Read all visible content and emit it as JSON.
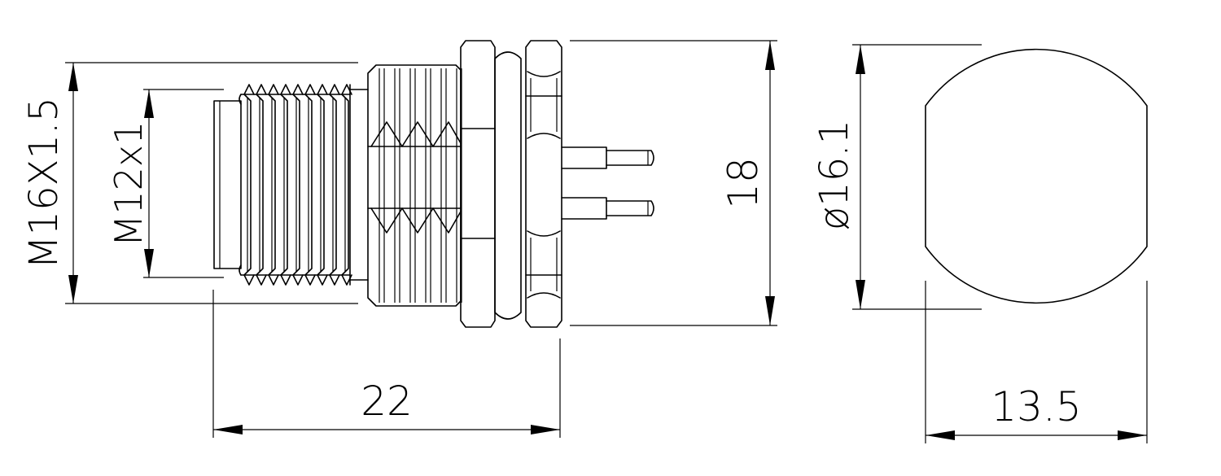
{
  "dimensions": {
    "thread_major": "M16X1.5",
    "thread_minor": "M12x1",
    "body_length": "22",
    "flange_height": "18",
    "hole_diameter": "ø16.1",
    "flat_width": "13.5"
  }
}
